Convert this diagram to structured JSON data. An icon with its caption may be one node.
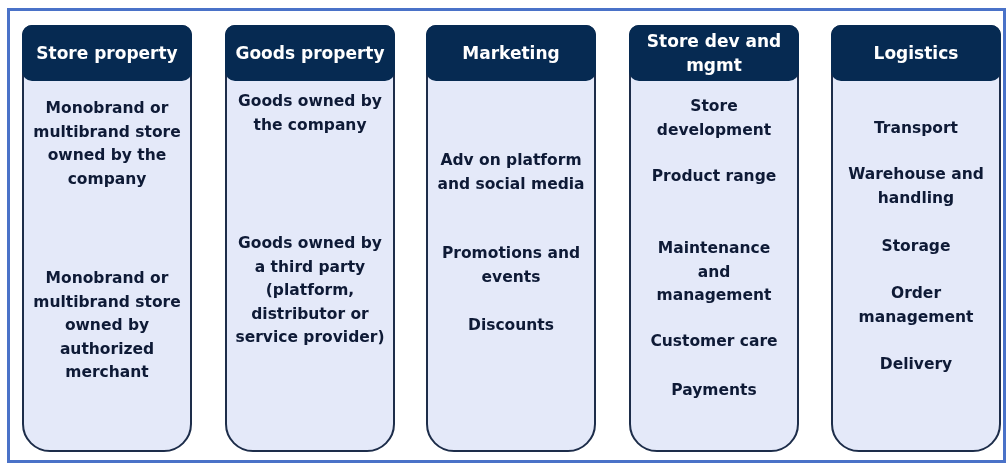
{
  "diagram": {
    "nodes": [
      {
        "text": [
          "Store property",
          "Monobrand or multibrand store owned by the company",
          "Monobrand or multibrand store owned by authorized merchant"
        ]
      },
      {
        "text": [
          "Goods property",
          "Goods owned by the company",
          "Goods owned by a third party (platform, distributor or service provider)"
        ]
      },
      {
        "text": [
          "Marketing",
          "Adv on platform and social media",
          "Promotions and events",
          "Discounts"
        ]
      },
      {
        "text": [
          "Store dev and mgmt",
          "Store development",
          "Product range",
          "Maintenance and management",
          "Customer care",
          "Payments"
        ]
      },
      {
        "text": [
          "Logistics",
          "Transport",
          "Warehouse and handling",
          "Storage",
          "Order management",
          "Delivery"
        ]
      }
    ]
  }
}
